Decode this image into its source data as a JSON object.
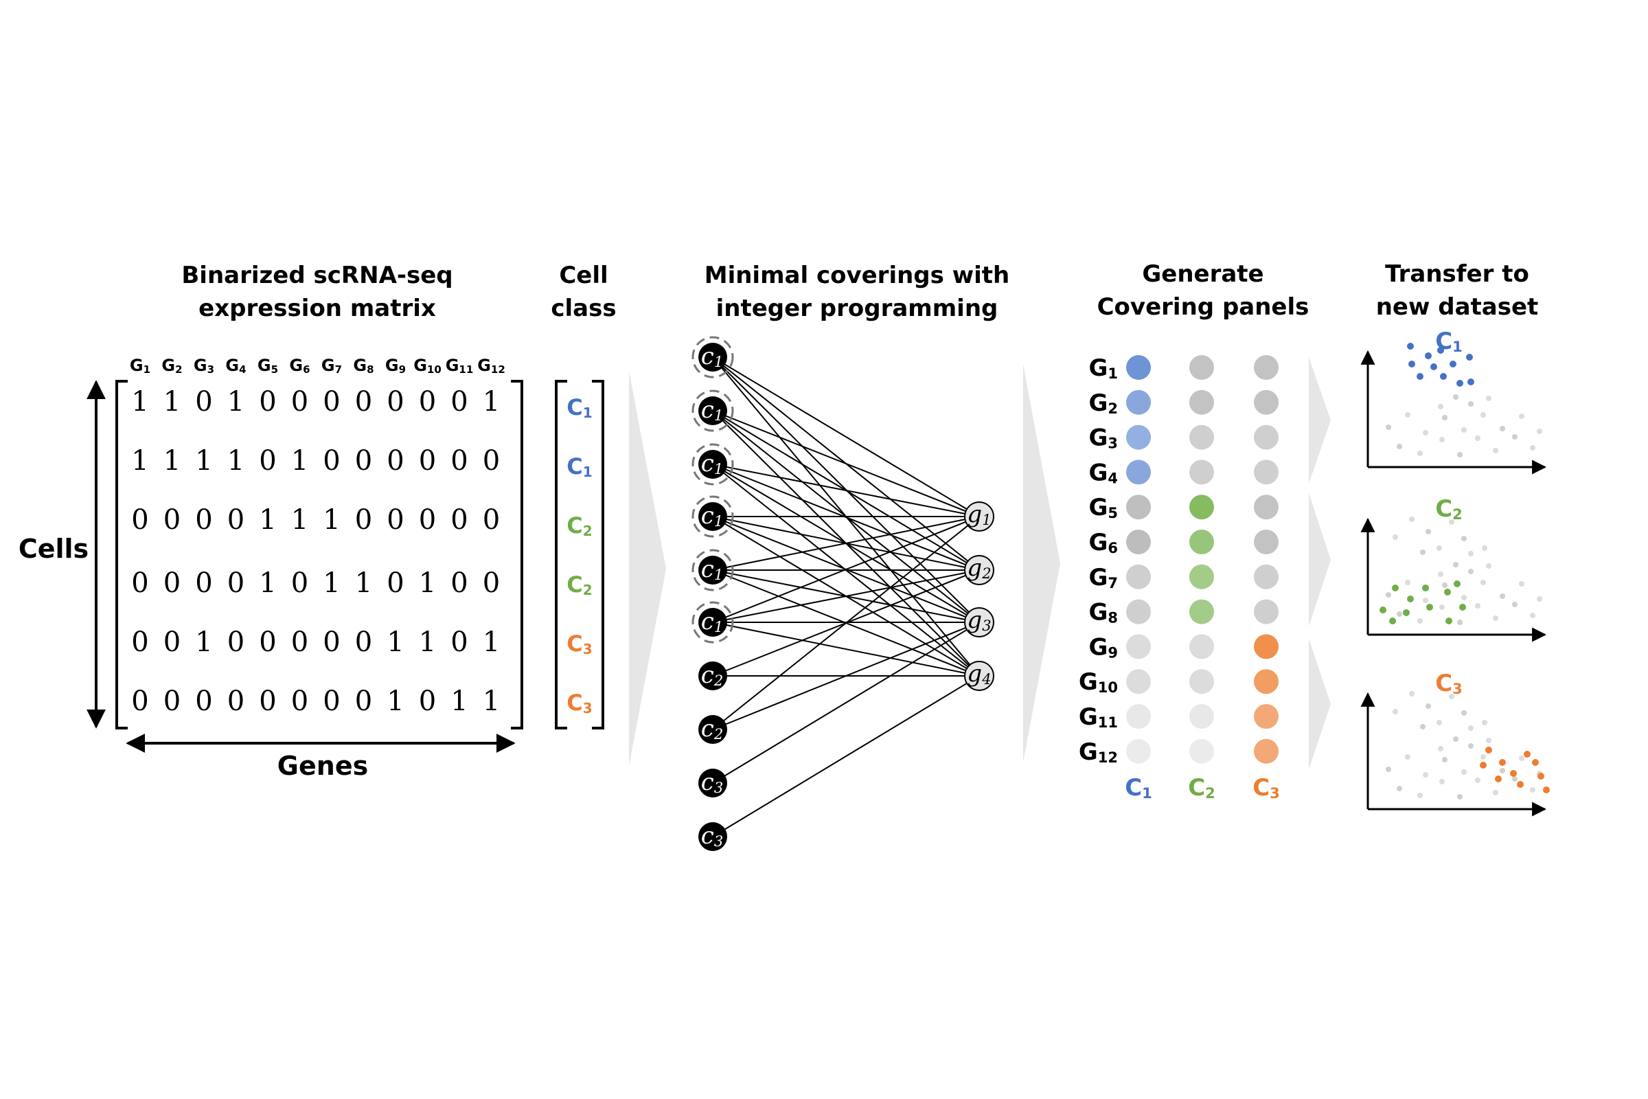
{
  "titles": {
    "matrix": [
      "Binarized scRNA-seq",
      "expression matrix"
    ],
    "cell_class": [
      "Cell",
      "class"
    ],
    "covering": [
      "Minimal coverings with",
      "integer programming"
    ],
    "panels": [
      "Generate",
      "Covering panels"
    ],
    "transfer": [
      "Transfer to",
      "new dataset"
    ]
  },
  "matrix": {
    "gene_headers": [
      {
        "base": "G",
        "sub": "1"
      },
      {
        "base": "G",
        "sub": "2"
      },
      {
        "base": "G",
        "sub": "3"
      },
      {
        "base": "G",
        "sub": "4"
      },
      {
        "base": "G",
        "sub": "5"
      },
      {
        "base": "G",
        "sub": "6"
      },
      {
        "base": "G",
        "sub": "7"
      },
      {
        "base": "G",
        "sub": "8"
      },
      {
        "base": "G",
        "sub": "9"
      },
      {
        "base": "G",
        "sub": "10"
      },
      {
        "base": "G",
        "sub": "11"
      },
      {
        "base": "G",
        "sub": "12"
      }
    ],
    "rows": [
      [
        "1",
        "1",
        "0",
        "1",
        "0",
        "0",
        "0",
        "0",
        "0",
        "0",
        "0",
        "1"
      ],
      [
        "1",
        "1",
        "1",
        "1",
        "0",
        "1",
        "0",
        "0",
        "0",
        "0",
        "0",
        "0"
      ],
      [
        "0",
        "0",
        "0",
        "0",
        "1",
        "1",
        "1",
        "0",
        "0",
        "0",
        "0",
        "0"
      ],
      [
        "0",
        "0",
        "0",
        "0",
        "1",
        "0",
        "1",
        "1",
        "0",
        "1",
        "0",
        "0"
      ],
      [
        "0",
        "0",
        "1",
        "0",
        "0",
        "0",
        "0",
        "0",
        "1",
        "1",
        "0",
        "1"
      ],
      [
        "0",
        "0",
        "0",
        "0",
        "0",
        "0",
        "0",
        "0",
        "1",
        "0",
        "1",
        "1"
      ]
    ],
    "cells_label": "Cells",
    "genes_label": "Genes"
  },
  "cell_classes": [
    {
      "base": "C",
      "sub": "1",
      "color": "#4472c4"
    },
    {
      "base": "C",
      "sub": "1",
      "color": "#4472c4"
    },
    {
      "base": "C",
      "sub": "2",
      "color": "#70ad47"
    },
    {
      "base": "C",
      "sub": "2",
      "color": "#70ad47"
    },
    {
      "base": "C",
      "sub": "3",
      "color": "#ed7d31"
    },
    {
      "base": "C",
      "sub": "3",
      "color": "#ed7d31"
    }
  ],
  "graph": {
    "cell_nodes": [
      {
        "base": "c",
        "sub": "1",
        "dashed": true
      },
      {
        "base": "c",
        "sub": "1",
        "dashed": true
      },
      {
        "base": "c",
        "sub": "1",
        "dashed": true
      },
      {
        "base": "c",
        "sub": "1",
        "dashed": true
      },
      {
        "base": "c",
        "sub": "1",
        "dashed": true
      },
      {
        "base": "c",
        "sub": "1",
        "dashed": true
      },
      {
        "base": "c",
        "sub": "2",
        "dashed": false
      },
      {
        "base": "c",
        "sub": "2",
        "dashed": false
      },
      {
        "base": "c",
        "sub": "3",
        "dashed": false
      },
      {
        "base": "c",
        "sub": "3",
        "dashed": false
      }
    ],
    "gene_nodes": [
      {
        "base": "g",
        "sub": "1"
      },
      {
        "base": "g",
        "sub": "2"
      },
      {
        "base": "g",
        "sub": "3"
      },
      {
        "base": "g",
        "sub": "4"
      }
    ],
    "edges": [
      [
        0,
        0
      ],
      [
        0,
        1
      ],
      [
        0,
        2
      ],
      [
        0,
        3
      ],
      [
        1,
        0
      ],
      [
        1,
        1
      ],
      [
        1,
        2
      ],
      [
        1,
        3
      ],
      [
        2,
        0
      ],
      [
        2,
        1
      ],
      [
        2,
        2
      ],
      [
        2,
        3
      ],
      [
        3,
        0
      ],
      [
        3,
        1
      ],
      [
        3,
        2
      ],
      [
        3,
        3
      ],
      [
        4,
        0
      ],
      [
        4,
        1
      ],
      [
        4,
        2
      ],
      [
        4,
        3
      ],
      [
        5,
        0
      ],
      [
        5,
        1
      ],
      [
        5,
        2
      ],
      [
        5,
        3
      ],
      [
        6,
        1
      ],
      [
        6,
        3
      ],
      [
        7,
        0
      ],
      [
        7,
        2
      ],
      [
        8,
        2
      ],
      [
        9,
        3
      ]
    ]
  },
  "panels": {
    "gene_labels": [
      {
        "base": "G",
        "sub": "1"
      },
      {
        "base": "G",
        "sub": "2"
      },
      {
        "base": "G",
        "sub": "3"
      },
      {
        "base": "G",
        "sub": "4"
      },
      {
        "base": "G",
        "sub": "5"
      },
      {
        "base": "G",
        "sub": "6"
      },
      {
        "base": "G",
        "sub": "7"
      },
      {
        "base": "G",
        "sub": "8"
      },
      {
        "base": "G",
        "sub": "9"
      },
      {
        "base": "G",
        "sub": "10"
      },
      {
        "base": "G",
        "sub": "11"
      },
      {
        "base": "G",
        "sub": "12"
      }
    ],
    "columns": [
      {
        "base": "C",
        "sub": "1",
        "color": "#4472c4",
        "dots": [
          "#6f94d6",
          "#8aa7dd",
          "#93b0e0",
          "#8aa7dd",
          "#bfbfbf",
          "#bdbdbd",
          "#cfcfcf",
          "#cfcfcf",
          "#dcdcdc",
          "#dcdcdc",
          "#e8e8e8",
          "#ebebeb"
        ]
      },
      {
        "base": "C",
        "sub": "2",
        "color": "#70ad47",
        "dots": [
          "#c3c3c3",
          "#c3c3c3",
          "#cfcfcf",
          "#cfcfcf",
          "#86bb62",
          "#97c57a",
          "#a3cc88",
          "#a3cc88",
          "#dcdcdc",
          "#dcdcdc",
          "#e8e8e8",
          "#ebebeb"
        ]
      },
      {
        "base": "C",
        "sub": "3",
        "color": "#ed7d31",
        "dots": [
          "#c3c3c3",
          "#c3c3c3",
          "#cfcfcf",
          "#cfcfcf",
          "#c3c3c3",
          "#c3c3c3",
          "#cfcfcf",
          "#cfcfcf",
          "#f0904d",
          "#f19e62",
          "#f3a878",
          "#f3a878"
        ]
      }
    ]
  },
  "transfer": [
    {
      "base": "C",
      "sub": "1",
      "color": "#4472c4"
    },
    {
      "base": "C",
      "sub": "2",
      "color": "#70ad47"
    },
    {
      "base": "C",
      "sub": "3",
      "color": "#ed7d31"
    }
  ]
}
